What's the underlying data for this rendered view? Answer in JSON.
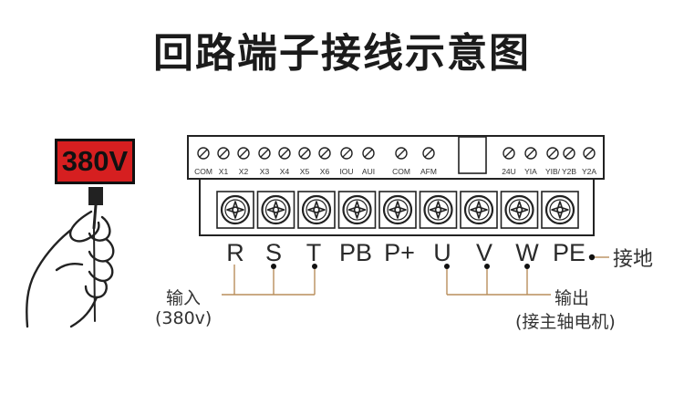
{
  "title": "回路端子接线示意图",
  "voltage_badge": "380V",
  "control_terminals": [
    {
      "label": "COM"
    },
    {
      "label": "X1"
    },
    {
      "label": "X2"
    },
    {
      "label": "X3"
    },
    {
      "label": "X4"
    },
    {
      "label": "X5"
    },
    {
      "label": "X6"
    },
    {
      "label": "IOU"
    },
    {
      "label": "AUI"
    },
    {
      "label": "COM"
    },
    {
      "label": "AFM"
    },
    {
      "label": "24U"
    },
    {
      "label": "YIA"
    },
    {
      "label": "YIB/"
    },
    {
      "label": "Y2B"
    },
    {
      "label": "Y2A"
    }
  ],
  "main_terminals": [
    "R",
    "S",
    "T",
    "PB",
    "P+",
    "U",
    "V",
    "W",
    "PE"
  ],
  "input_label": "输入",
  "input_note": "(380v)",
  "output_label": "输出",
  "output_note": "(接主轴电机)",
  "ground_label": "接地",
  "colors": {
    "badge": "#d61f20",
    "wire": "#b98e5c",
    "outline": "#222222"
  }
}
